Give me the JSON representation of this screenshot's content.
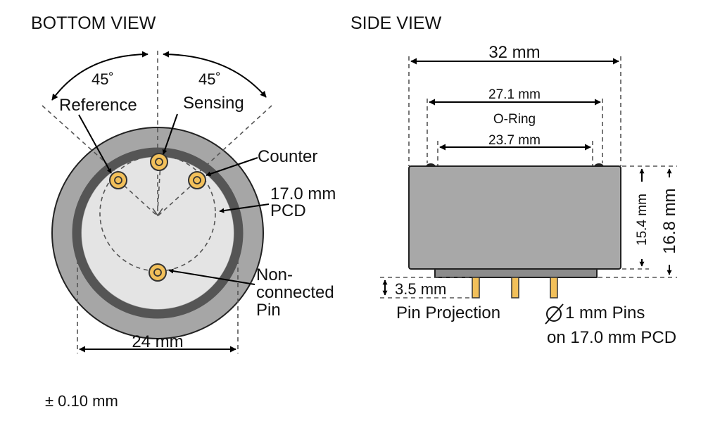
{
  "bottom_view": {
    "title": "BOTTOM VIEW",
    "angle_left": "45˚",
    "angle_right": "45˚",
    "label_reference": "Reference",
    "label_sensing": "Sensing",
    "label_counter": "Counter",
    "pcd_value": "17.0 mm",
    "pcd_label": "PCD",
    "nc_line1": "Non-",
    "nc_line2": "connected",
    "nc_line3": "Pin",
    "diameter": "24 mm"
  },
  "side_view": {
    "title": "SIDE VIEW",
    "width_outer": "32 mm",
    "width_oring_outer": "27.1 mm",
    "oring_label": "O-Ring",
    "width_oring_inner": "23.7 mm",
    "height_body": "15.4 mm",
    "height_total": "16.8 mm",
    "pin_projection_value": "3.5 mm",
    "pin_projection_label": "Pin Projection",
    "pins_line1": "1 mm Pins",
    "pins_line2": "on 17.0 mm PCD"
  },
  "tolerance": "± 0.10 mm",
  "colors": {
    "outer_body": "#a6a6a6",
    "ring": "#555555",
    "face": "#e4e4e4",
    "pin_gold": "#f2c05a",
    "side_body": "#a8a8a8",
    "base_plate": "#8c8c8c"
  },
  "icons": {
    "diameter_symbol": "diameter-icon"
  }
}
